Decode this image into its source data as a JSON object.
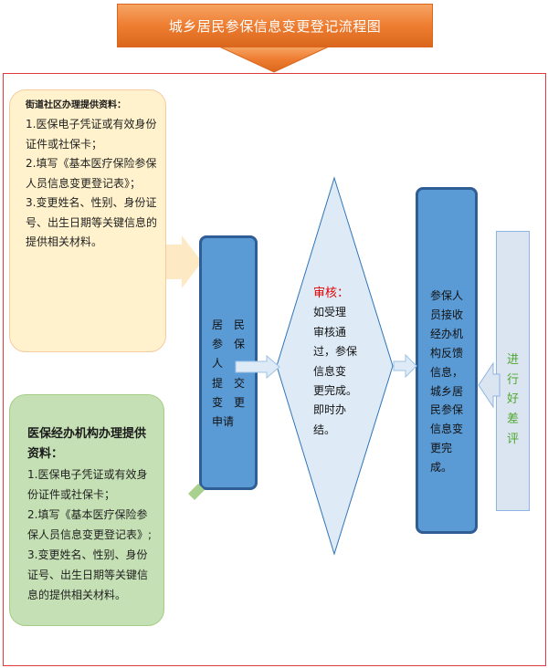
{
  "title": "城乡居民参保信息变更登记流程图",
  "community_box": {
    "heading": "街道社区办理提供资料：",
    "items": [
      "1.医保电子凭证或有效身份证件或社保卡；",
      "2.填写《基本医疗保险参保人员信息变更登记表》；",
      "3.变更姓名、性别、身份证号、出生日期等关键信息的提供相关材料。"
    ]
  },
  "agency_box": {
    "heading": "医保经办机构办理提供资料：",
    "items": [
      "1.医保电子凭证或有效身份证件或社保卡；",
      "2.填写《基本医疗保险参保人员信息变更登记表》;",
      "3.变更姓名、性别、身份证号、出生日期等关键信息的提供相关材料。"
    ]
  },
  "apply_box": {
    "lines": [
      "居民",
      "参保",
      "人",
      "提交",
      "变更",
      "申请"
    ]
  },
  "review_diamond": {
    "heading": "审核：",
    "lines": [
      "如受理",
      "审核通",
      "过，参保",
      "信息变",
      "更完成。",
      "即时办",
      "结。"
    ]
  },
  "result_box": {
    "lines": [
      "参保人",
      "员接收",
      "经办机",
      "构反馈",
      "信息，",
      "城乡居",
      "民参保",
      "信息变",
      "更完",
      "成。"
    ]
  },
  "rating_box": {
    "text": "进行好差评"
  },
  "colors": {
    "title_banner": "#ee7d31",
    "title_text": "#ffffff",
    "frame_border": "#e23a3a",
    "community_box": "#fff2cc",
    "agency_box": "#c5e0b4",
    "process_box": "#5b9bd5",
    "review_diamond": "#deebf7",
    "review_heading": "#e00000",
    "rating_box": "#dbe5f1",
    "rating_text": "#4ea72e"
  }
}
